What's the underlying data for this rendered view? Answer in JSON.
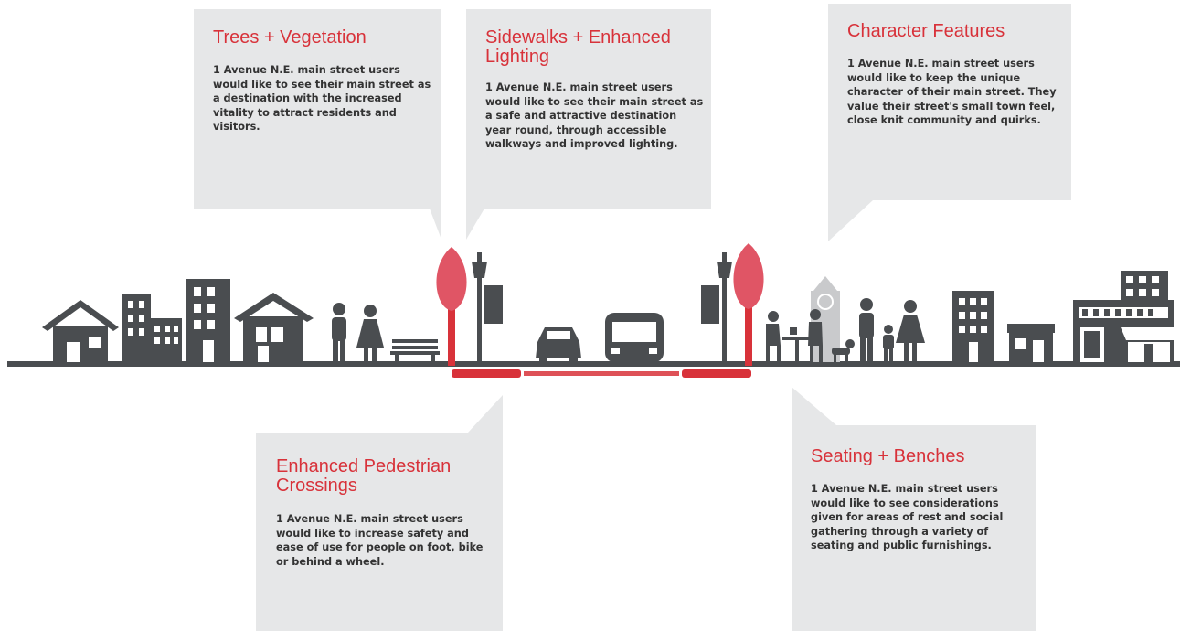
{
  "callouts": {
    "trees": {
      "title": "Trees + Vegetation",
      "body": "1 Avenue N.E. main street users would like to see their main street as a destination with the increased vitality to attract residents and visitors."
    },
    "sidewalks": {
      "title": "Sidewalks + Enhanced Lighting",
      "body": "1 Avenue N.E. main street users would like to see their main street as a safe and attractive destination year round, through accessible walkways and improved lighting."
    },
    "character": {
      "title": "Character Features",
      "body": "1 Avenue N.E. main street users would like to keep the unique character of their main street. They value their street's small town feel, close knit community and quirks."
    },
    "pedestrian": {
      "title": "Enhanced Pedestrian Crossings",
      "body": "1 Avenue N.E. main street users would like to increase safety and ease of use for people on foot, bike or behind a wheel."
    },
    "seating": {
      "title": "Seating + Benches",
      "body": "1 Avenue N.E. main street users would like to see considerations given for areas of rest and social gathering through a variety of seating and public furnishings."
    }
  },
  "colors": {
    "accent_red": "#d8323a",
    "tree_pink": "#e05565",
    "icon_gray": "#4a4d50",
    "panel_gray": "#e6e7e8",
    "clock_gray": "#c9cacc"
  }
}
